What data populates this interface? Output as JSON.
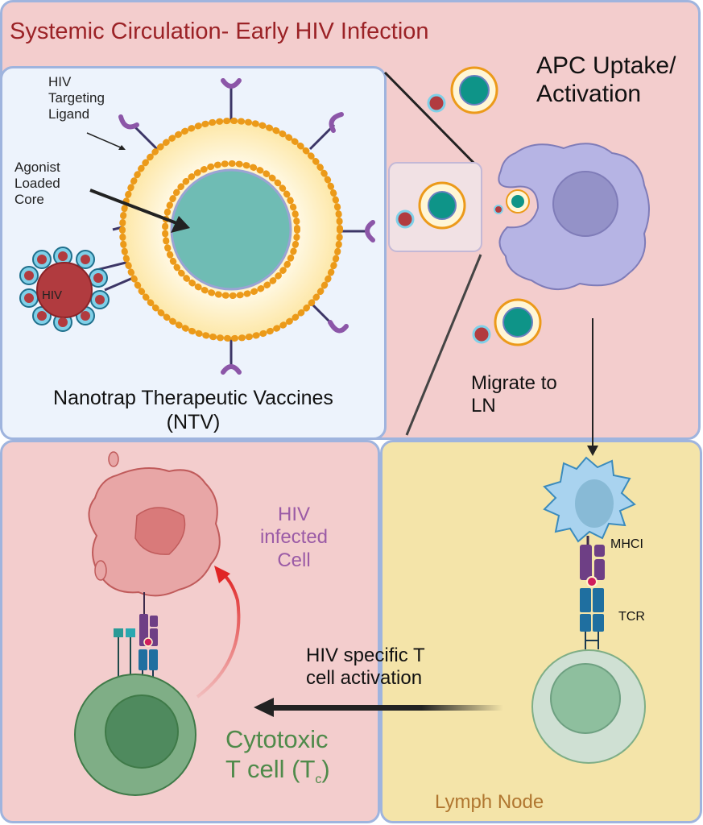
{
  "title": "Systemic Circulation- Early HIV Infection",
  "ntv_panel": {
    "ligand_label": "HIV\nTargeting\nLigand",
    "core_label": "Agonist\nLoaded\nCore",
    "virus_label": "HIV",
    "caption": "Nanotrap Therapeutic Vaccines\n(NTV)"
  },
  "apc_panel": {
    "title": "APC Uptake/\nActivation",
    "migrate_label": "Migrate to\nLN"
  },
  "lymph_node_panel": {
    "mhc_label": "MHCI",
    "tcr_label": "TCR",
    "region_label": "Lymph Node"
  },
  "killing_panel": {
    "infected_label": "HIV\ninfected\nCell",
    "activation_label": "HIV specific T\ncell activation",
    "ctl_label_main": "Cytotoxic\nT cell (T",
    "ctl_label_sub": "c",
    "ctl_label_end": ")"
  },
  "colors": {
    "title": "#9b2226",
    "systemic_bg": "#f3cdcd",
    "ntv_bg": "#edf3fc",
    "lymph_node_bg": "#f4e4a9",
    "panel_border": "#9fb4de",
    "lipid_head": "#ec9a1a",
    "core": "#6fbcb4",
    "apc": "#b6b4e4",
    "dendritic": "#a9d3ef",
    "t_cell": "#7fae86",
    "virus": "#b13b3f",
    "infected_cell": "#e8a6a6",
    "red_arrow": "#e02424"
  }
}
